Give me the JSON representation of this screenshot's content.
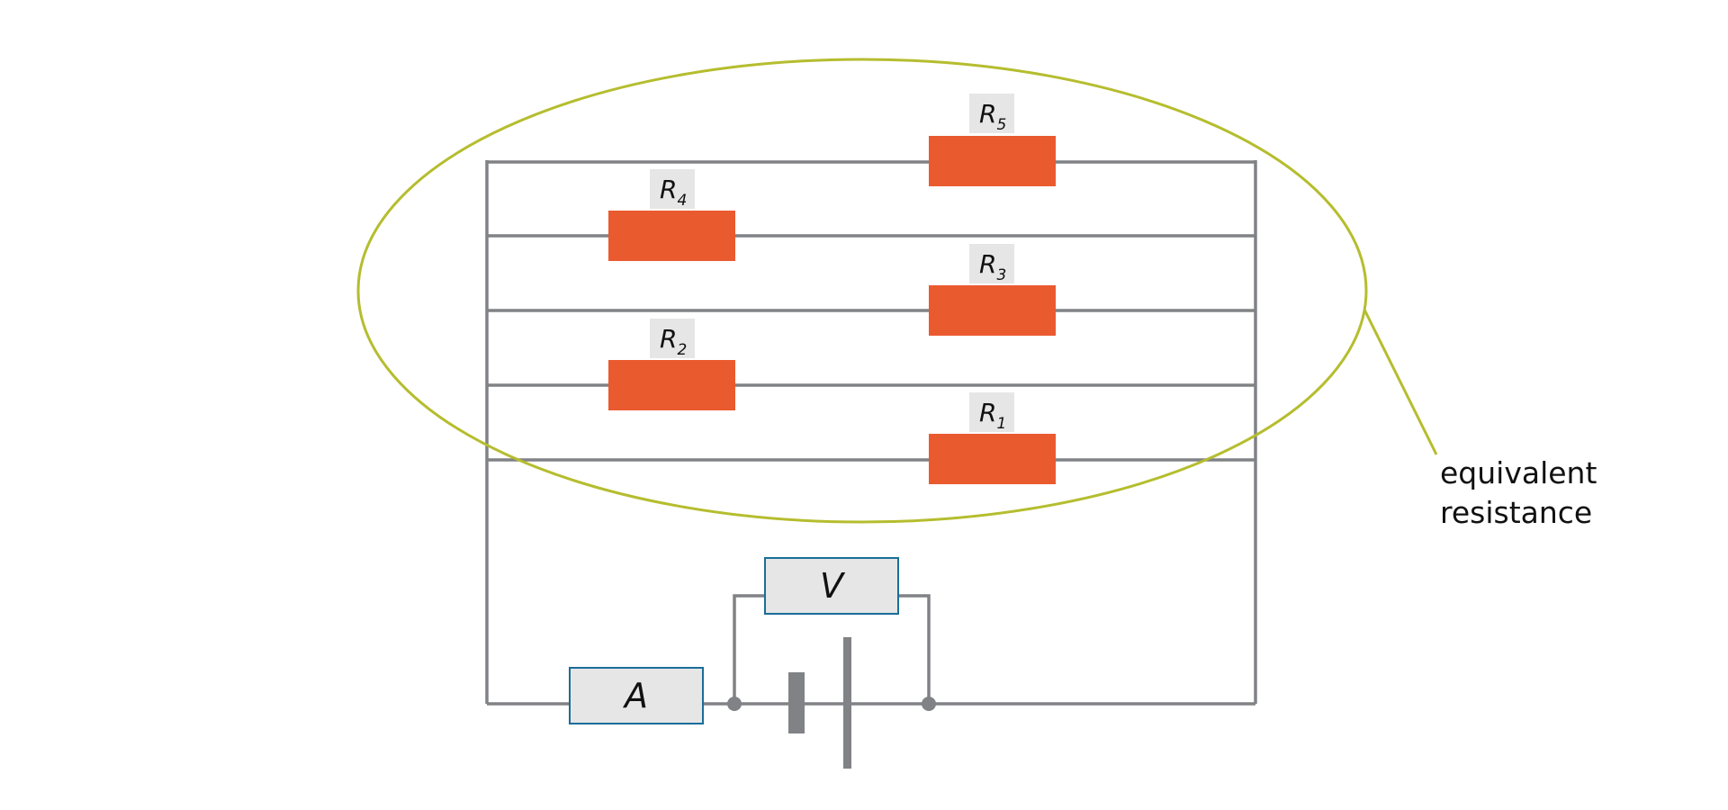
{
  "colors": {
    "wire": "#808285",
    "resistor": "#ea5a2f",
    "label_bg": "#e6e6e7",
    "meter_border": "#1a6d99",
    "meter_fill": "#e6e6e7",
    "ellipse": "#b5bd2e",
    "battery": "#808285"
  },
  "resistors": [
    {
      "id": "R5",
      "letter": "R",
      "sub": "5"
    },
    {
      "id": "R4",
      "letter": "R",
      "sub": "4"
    },
    {
      "id": "R3",
      "letter": "R",
      "sub": "3"
    },
    {
      "id": "R2",
      "letter": "R",
      "sub": "2"
    },
    {
      "id": "R1",
      "letter": "R",
      "sub": "1"
    }
  ],
  "meters": {
    "voltmeter": "V",
    "ammeter": "A"
  },
  "annotation": {
    "line1": "equivalent",
    "line2": "resistance"
  }
}
